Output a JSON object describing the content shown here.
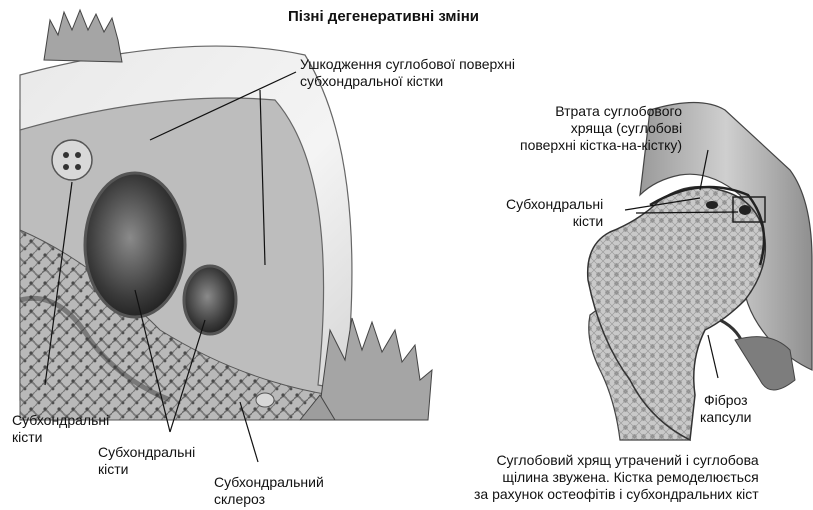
{
  "title": "Пізні дегенеративні зміни",
  "labels": {
    "damage": [
      "Ушкодження суглобової поверхні",
      "субхондральної кістки"
    ],
    "cartilage_loss": [
      "Втрата суглобового",
      "хряща (суглобові",
      "поверхні кістка-на-кістку)"
    ],
    "cysts_right": [
      "Субхондральні",
      "кісти"
    ],
    "cysts_left": [
      "Субхондральні",
      "кісти"
    ],
    "cysts_middle": [
      "Субхондральні",
      "кісти"
    ],
    "sclerosis": [
      "Субхондральний",
      "склероз"
    ],
    "fibrosis": [
      "Фіброз",
      "капсули"
    ]
  },
  "caption": [
    "Суглобовий хрящ утрачений і суглобова",
    "щілина звужена. Кістка ремоделюється",
    "за рахунок остеофітів і субхондральних кіст"
  ]
}
